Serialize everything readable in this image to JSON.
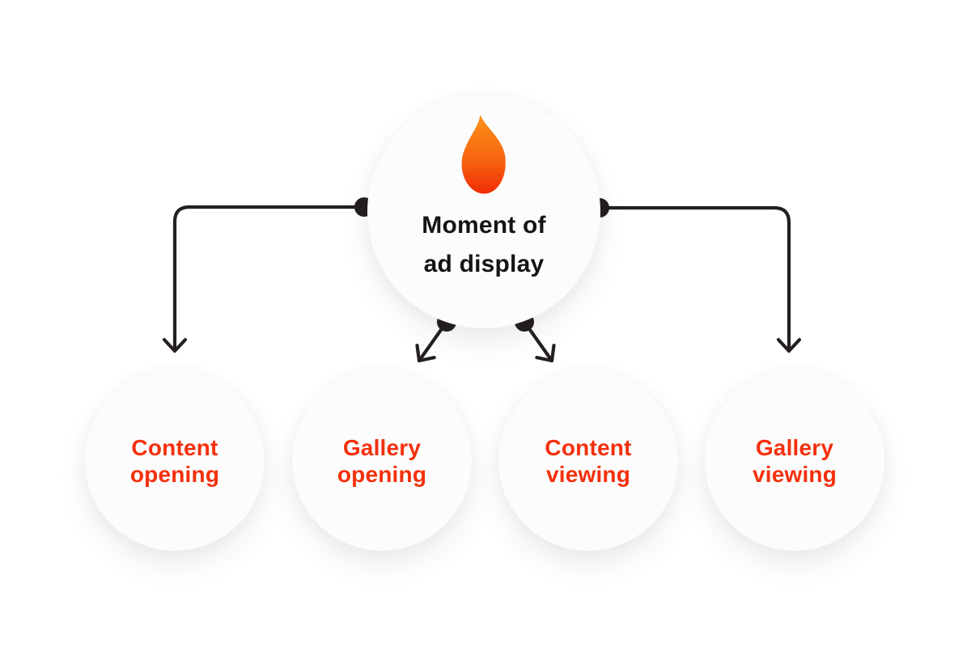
{
  "root": {
    "icon": "flame-icon",
    "title_line1": "Moment of",
    "title_line2": "ad display"
  },
  "children": [
    {
      "line1": "Content",
      "line2": "opening"
    },
    {
      "line1": "Gallery",
      "line2": "opening"
    },
    {
      "line1": "Content",
      "line2": "viewing"
    },
    {
      "line1": "Gallery",
      "line2": "viewing"
    }
  ],
  "colors": {
    "accent_red": "#F4300C",
    "line_dark": "#242021",
    "title_dark": "#141414",
    "circle_bg": "#FCFCFC",
    "page_bg": "#FFFFFF",
    "flame_top": "#FB931A",
    "flame_bottom": "#F22C06"
  }
}
